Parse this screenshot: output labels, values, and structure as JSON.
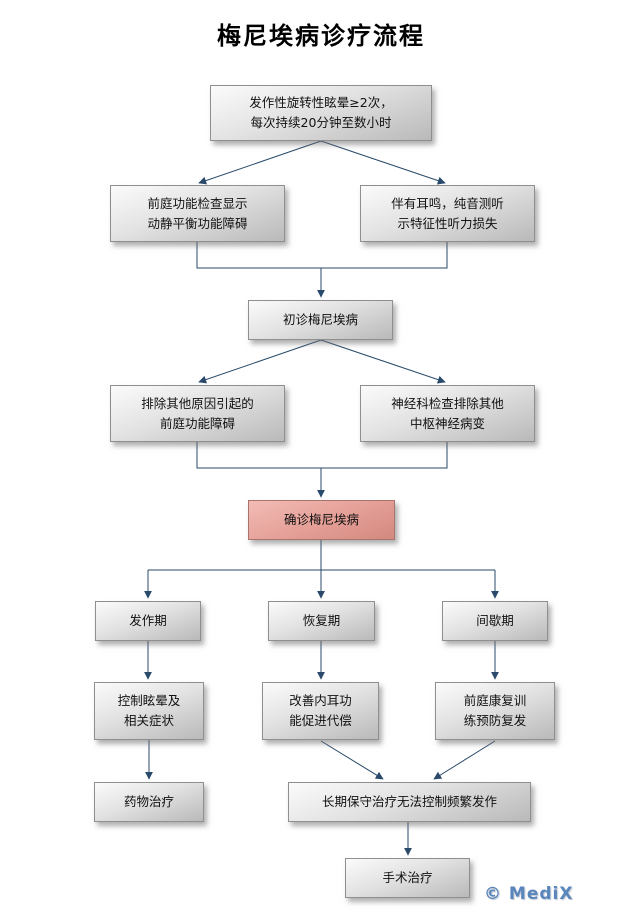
{
  "title": "梅尼埃病诊疗流程",
  "watermark": "© MediX",
  "colors": {
    "box_gradient_light": "#fbfbfb",
    "box_gradient_dark": "#b9b9b9",
    "box_border": "#8f8f8f",
    "highlight_gradient_light": "#f2bcb5",
    "highlight_gradient_dark": "#d3897f",
    "highlight_border": "#a8756e",
    "arrow": "#2a4a6b",
    "watermark_blue": "#5b86bb",
    "background": "#ffffff"
  },
  "nodes": {
    "symptom": {
      "line1": "发作性旋转性眩晕≥2次，",
      "line2": "每次持续20分钟至数小时"
    },
    "vestibular_test": {
      "line1": "前庭功能检查显示",
      "line2": "动静平衡功能障碍"
    },
    "tinnitus": {
      "line1": "伴有耳鸣，纯音测听",
      "line2": "示特征性听力损失"
    },
    "initial_diagnosis": {
      "line1": "初诊梅尼埃病"
    },
    "exclude_vestibular": {
      "line1": "排除其他原因引起的",
      "line2": "前庭功能障碍"
    },
    "exclude_cns": {
      "line1": "神经科检查排除其他",
      "line2": "中枢神经病变"
    },
    "confirmed": {
      "line1": "确诊梅尼埃病"
    },
    "attack_phase": {
      "line1": "发作期"
    },
    "recovery_phase": {
      "line1": "恢复期"
    },
    "intermission_phase": {
      "line1": "间歇期"
    },
    "control_vertigo": {
      "line1": "控制眩晕及",
      "line2": "相关症状"
    },
    "improve_ear": {
      "line1": "改善内耳功",
      "line2": "能促进代偿"
    },
    "rehab_training": {
      "line1": "前庭康复训",
      "line2": "练预防复发"
    },
    "medication": {
      "line1": "药物治疗"
    },
    "conservative_fail": {
      "line1": "长期保守治疗无法控制频繁发作"
    },
    "surgery": {
      "line1": "手术治疗"
    }
  }
}
